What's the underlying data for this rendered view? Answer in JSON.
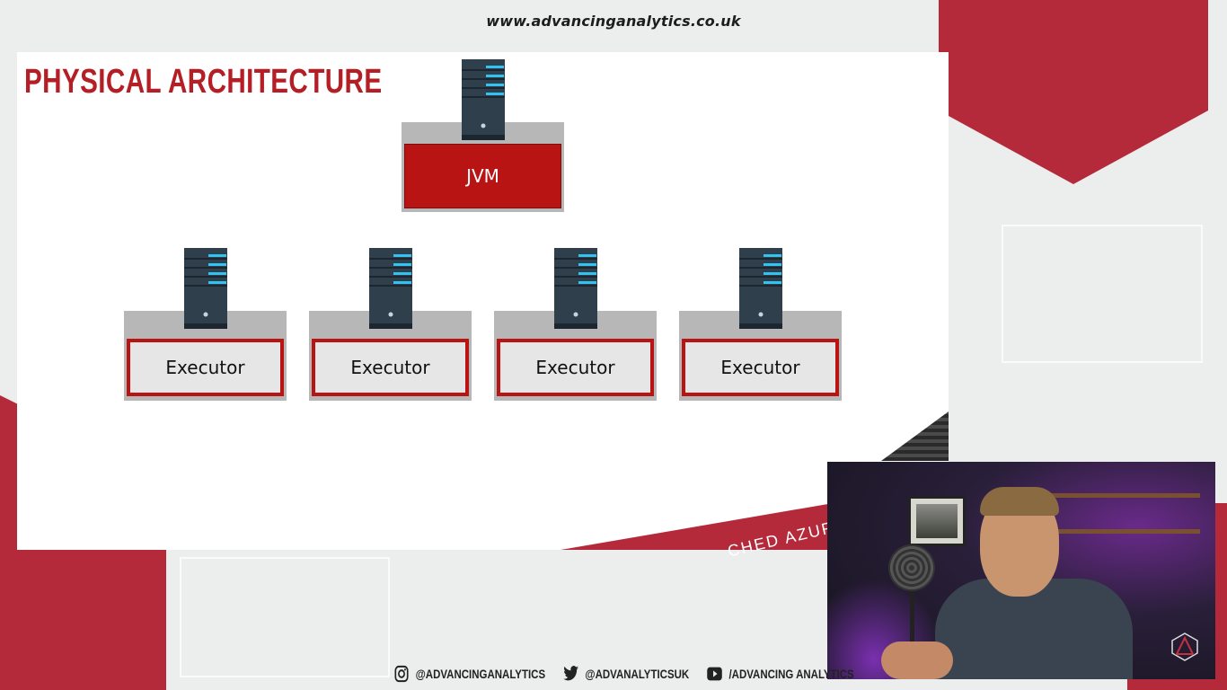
{
  "header": {
    "website": "www.advancinganalytics.co.uk"
  },
  "slide": {
    "title": "PHYSICAL ARCHITECTURE",
    "driver": {
      "label": "JVM",
      "icon": "server-icon"
    },
    "executors": [
      {
        "label": "Executor",
        "icon": "server-icon"
      },
      {
        "label": "Executor",
        "icon": "server-icon"
      },
      {
        "label": "Executor",
        "icon": "server-icon"
      },
      {
        "label": "Executor",
        "icon": "server-icon"
      }
    ],
    "banner_fragment": "CHED AZUR"
  },
  "footer": {
    "instagram": "@ADVANCINGANALYTICS",
    "twitter": "@ADVANALYTICSUK",
    "youtube": "/ADVANCING ANALYTICS"
  },
  "colors": {
    "brand_red": "#b81414",
    "background_red": "#b42a3a",
    "server_body": "#2f3f4c",
    "server_light": "#33c3f0"
  }
}
